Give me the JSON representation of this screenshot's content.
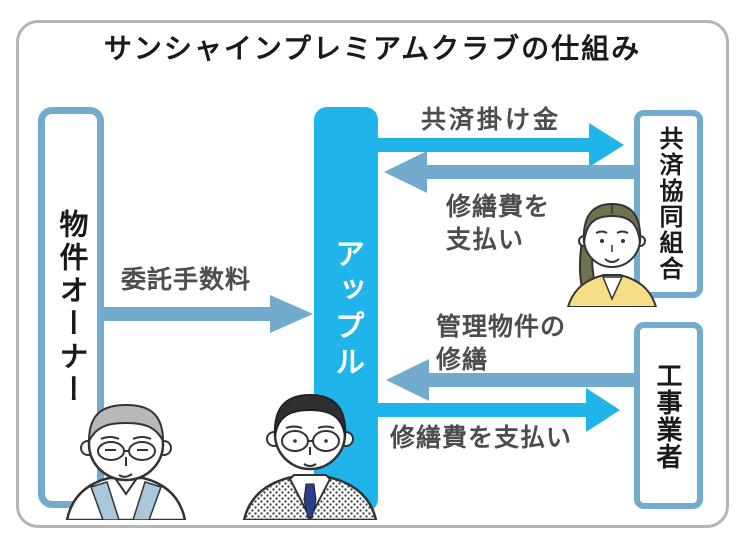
{
  "title": "サンシャインプレミアムクラブの仕組み",
  "entities": {
    "owner": "物件オーナー",
    "apple": "アップル",
    "coop": "共済協同組合",
    "contractor": "工事業者"
  },
  "flows": {
    "fee": {
      "label": "委託手数料",
      "from": "物件オーナー",
      "to": "アップル",
      "color": "#73ABCF",
      "direction": "right"
    },
    "premium": {
      "label": "共済掛け金",
      "from": "アップル",
      "to": "共済協同組合",
      "color": "#1FB4EA",
      "direction": "right"
    },
    "coop_pay": {
      "line1": "修繕費を",
      "line2": "支払い",
      "from": "共済協同組合",
      "to": "アップル",
      "color": "#73ABCF",
      "direction": "left"
    },
    "managed_repair": {
      "line1": "管理物件の",
      "line2": "修繕",
      "from": "工事業者",
      "to": "アップル",
      "color": "#73ABCF",
      "direction": "left"
    },
    "contractor_pay": {
      "label": "修繕費を支払い",
      "from": "アップル",
      "to": "工事業者",
      "color": "#1FB4EA",
      "direction": "right"
    }
  },
  "colors": {
    "accent": "#1FB4EA",
    "muted": "#73ABCF",
    "frame": "#B5B5B5",
    "label": "#4D4D4D",
    "heading": "#1A1A1A"
  },
  "people": {
    "owner_man": "elderly-property-owner",
    "apple_staff": "apple-staff-businessman",
    "coop_woman": "coop-staff-woman"
  }
}
